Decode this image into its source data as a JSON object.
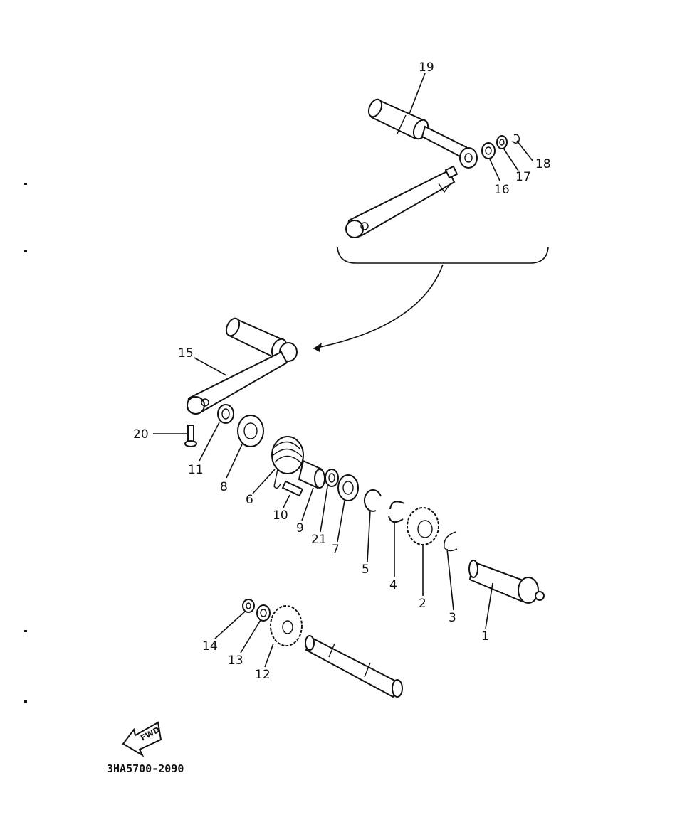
{
  "diagram": {
    "drawing_code": "3HA5700-2090",
    "fwd_label": "FWD",
    "callouts": [
      {
        "id": "19",
        "text": "19"
      },
      {
        "id": "18",
        "text": "18"
      },
      {
        "id": "17",
        "text": "17"
      },
      {
        "id": "16",
        "text": "16"
      },
      {
        "id": "15",
        "text": "15"
      },
      {
        "id": "20",
        "text": "20"
      },
      {
        "id": "11",
        "text": "11"
      },
      {
        "id": "8",
        "text": "8"
      },
      {
        "id": "6",
        "text": "6"
      },
      {
        "id": "10",
        "text": "10"
      },
      {
        "id": "9",
        "text": "9"
      },
      {
        "id": "21",
        "text": "21"
      },
      {
        "id": "7",
        "text": "7"
      },
      {
        "id": "5",
        "text": "5"
      },
      {
        "id": "4",
        "text": "4"
      },
      {
        "id": "2",
        "text": "2"
      },
      {
        "id": "3",
        "text": "3"
      },
      {
        "id": "1",
        "text": "1"
      },
      {
        "id": "14",
        "text": "14"
      },
      {
        "id": "13",
        "text": "13"
      },
      {
        "id": "12",
        "text": "12"
      }
    ]
  }
}
